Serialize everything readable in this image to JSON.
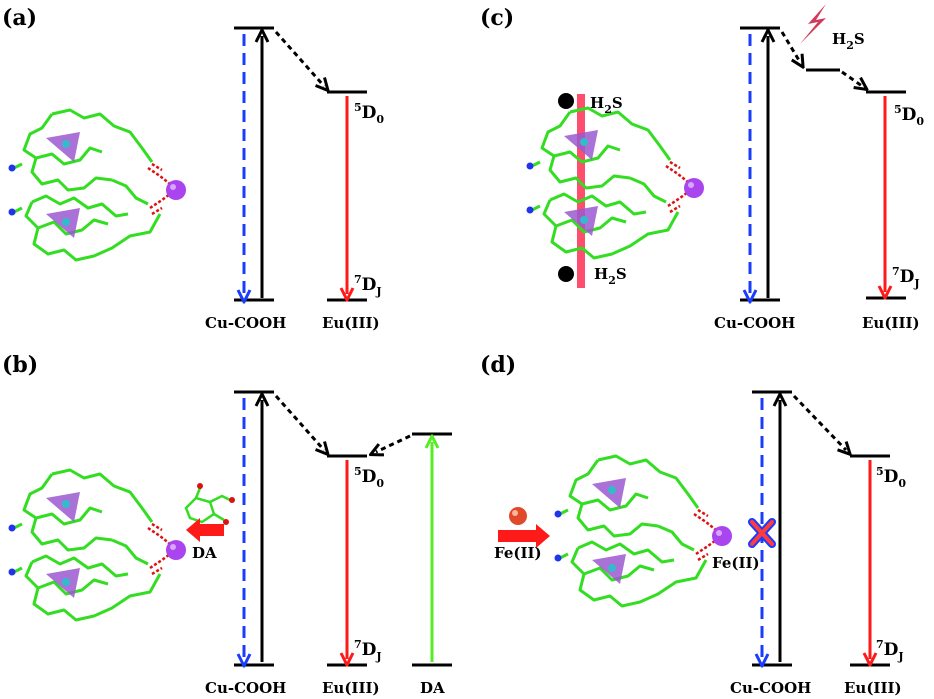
{
  "panels": [
    {
      "label": "(a)",
      "bottom_left": "Cu-COOH",
      "bottom_right": "Eu(III)",
      "level_upper": "5D0",
      "level_lower": "7DJ"
    },
    {
      "label": "(b)",
      "bottom_left": "Cu-COOH",
      "bottom_right": "Eu(III)",
      "bottom_extra": "DA",
      "analyte_arrow": "DA",
      "level_upper": "5D0",
      "level_lower": "7DJ"
    },
    {
      "label": "(c)",
      "bottom_left": "Cu-COOH",
      "bottom_right": "Eu(III)",
      "analyte_flash": "H2S",
      "analyte_top": "H2S",
      "analyte_bottom": "H2S",
      "level_upper": "5D0",
      "level_lower": "7DJ"
    },
    {
      "label": "(d)",
      "bottom_left": "Cu-COOH",
      "bottom_right": "Eu(III)",
      "analyte_arrow": "Fe(II)",
      "analyte_quench": "Fe(II)",
      "level_upper": "5D0",
      "level_lower": "7DJ"
    }
  ],
  "text": {
    "a_label": "(a)",
    "b_label": "(b)",
    "c_label": "(c)",
    "d_label": "(d)",
    "cu": "Cu-COOH",
    "eu": "Eu(III)",
    "da": "DA",
    "fe": "Fe(II)",
    "h2s_H": "H",
    "h2s_2": "2",
    "h2s_S": "S",
    "d0_sup": "5",
    "d0_main": "D",
    "d0_sub": "0",
    "dj_sup": "7",
    "dj_main": "D",
    "dj_sub": "J"
  },
  "colors": {
    "ligand": "#33dd22",
    "triangle": "#9b59d0",
    "metal": "#aa44ee",
    "dashed_blue": "#1a3cff",
    "red": "#ff1a1a",
    "green_arrow": "#55ee22",
    "bar_pink": "#ff4d6d",
    "flash": "#d23a5a"
  },
  "icons": [
    "molecular-cage-icon",
    "lightning-icon",
    "quench-cross-icon",
    "sphere-icon"
  ]
}
